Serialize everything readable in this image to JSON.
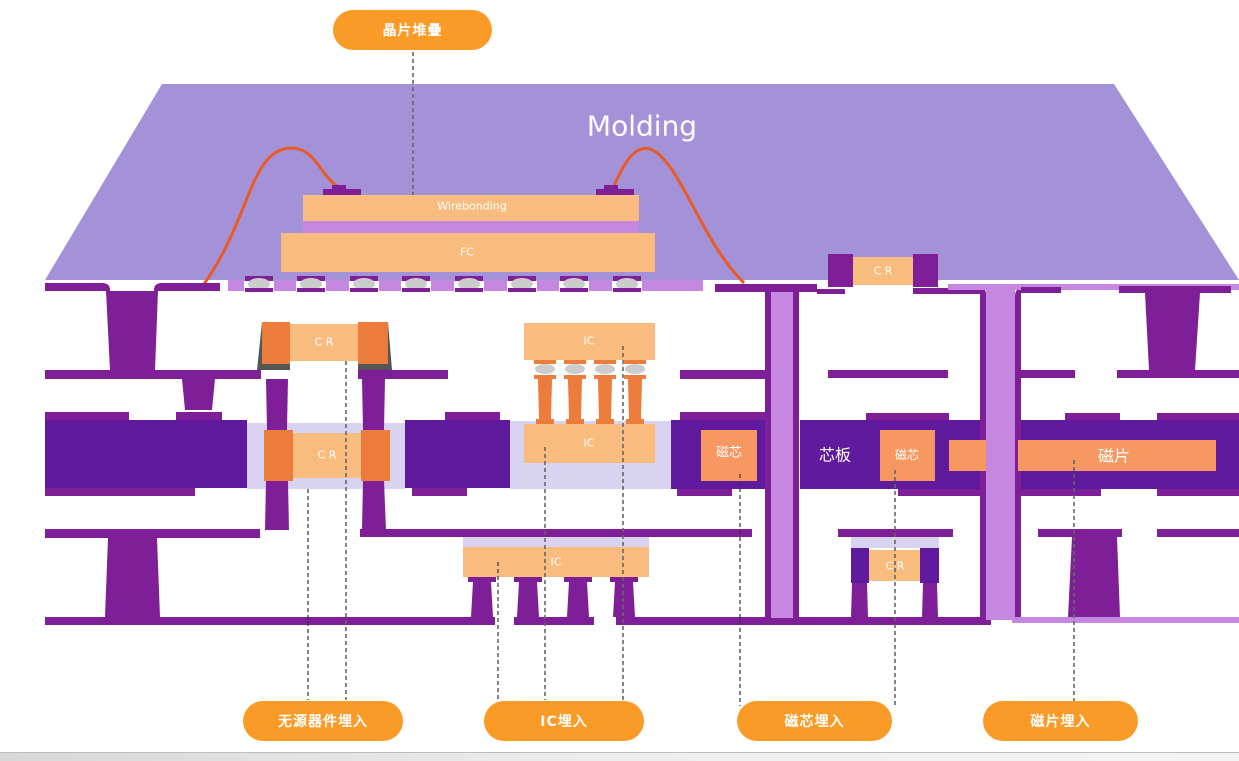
{
  "title_callout": "晶片堆疊",
  "molding_label": "Molding",
  "chips": {
    "wirebonding": "Wirebonding",
    "fc": "FC",
    "top_cr": "C R",
    "ic_top": "IC",
    "ic_mid": "IC",
    "ic_bottom": "IC",
    "cr_upper": "C R",
    "cr_embedded": "C R",
    "cr_lower_right": "C R",
    "magnetic_core_left": "磁芯",
    "magnetic_core_right": "磁芯",
    "core_board": "芯板",
    "magnetic_sheet": "磁片"
  },
  "callouts": [
    {
      "label": "无源器件埋入"
    },
    {
      "label": "IC埋入"
    },
    {
      "label": "磁芯埋入"
    },
    {
      "label": "磁片埋入"
    }
  ],
  "colors": {
    "molding": "#a392d8",
    "copper_purple": "#7f1f98",
    "core_dark": "#5f1a9e",
    "prepreg_light": "#c587e0",
    "cavity_lavender": "#d9d3f2",
    "chip_peach": "#f8bd7e",
    "terminal_orange": "#eb7c3c",
    "magnet_orange": "#f79862",
    "wire_orange": "#ea5a24",
    "callout_orange": "#fb9b27",
    "bump_gray": "#cccccc"
  }
}
